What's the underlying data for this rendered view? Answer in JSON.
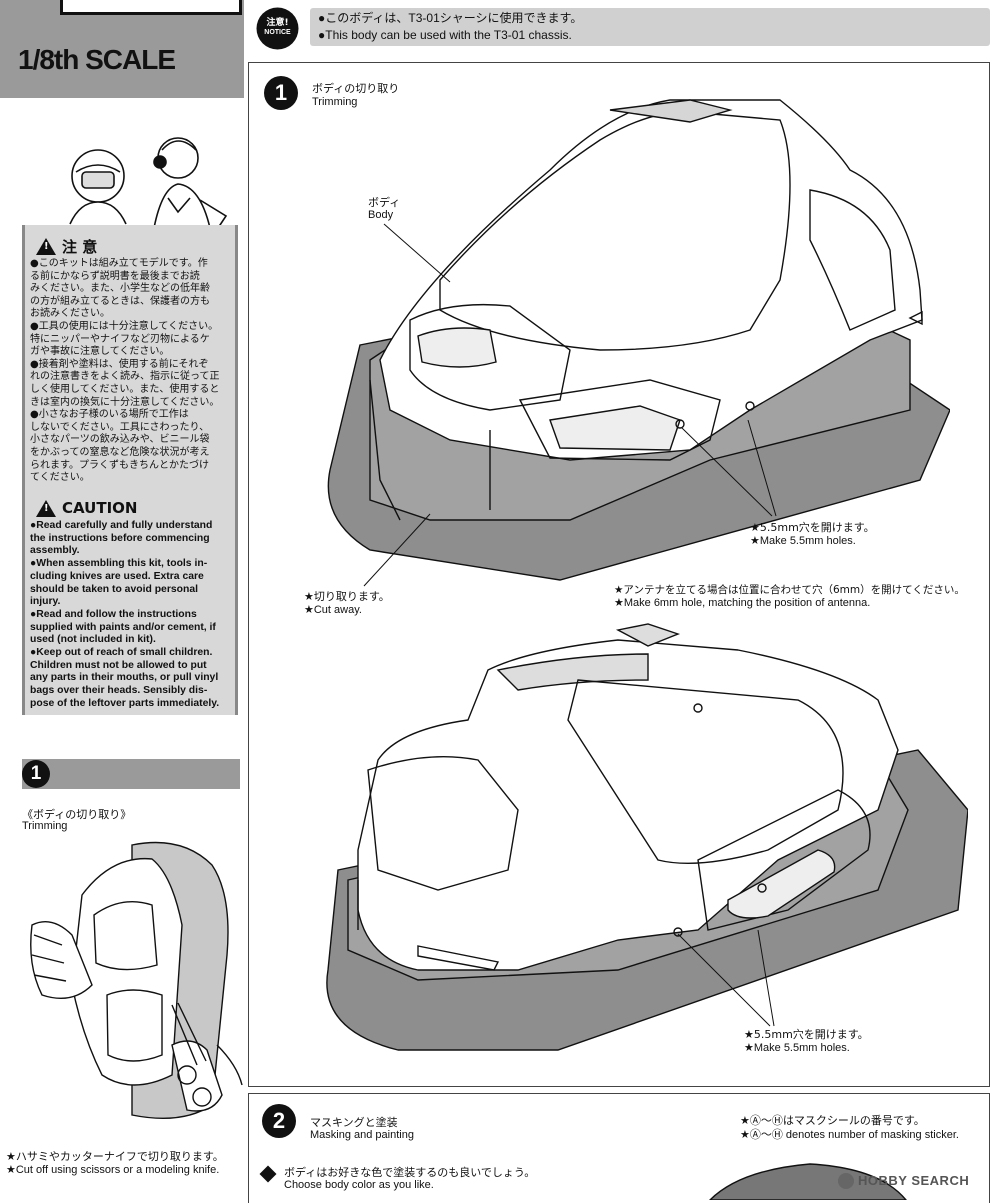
{
  "header": {
    "scale_label": "1/8th SCALE"
  },
  "notice": {
    "badge_jp": "注意!",
    "badge_en": "NOTICE",
    "line_jp": "●このボディは、T3-01シャーシに使用できます。",
    "line_en": "●This body can be used with the T3-01 chassis."
  },
  "caution_box": {
    "jp_title": "注 意",
    "jp_lines": [
      "●このキットは組み立てモデルです。作",
      "る前にかならず説明書を最後までお読",
      "みください。また、小学生などの低年齢",
      "の方が組み立てるときは、保護者の方も",
      "お読みください。",
      "●工具の使用には十分注意してください。",
      "特にニッパーやナイフなど刃物によるケ",
      "ガや事故に注意してください。",
      "●接着剤や塗料は、使用する前にそれぞ",
      "れの注意書きをよく読み、指示に従って正",
      "しく使用してください。また、使用すると",
      "きは室内の換気に十分注意してください。",
      "●小さなお子様のいる場所で工作は",
      "しないでください。工具にさわったり、",
      "小さなパーツの飲み込みや、ビニール袋",
      "をかぶっての窒息など危険な状況が考え",
      "られます。プラくずもきちんとかたづけ",
      "てください。"
    ],
    "en_title": "CAUTION",
    "en_lines": [
      "●Read carefully and fully understand",
      "the instructions before commencing",
      "assembly.",
      "●When assembling this kit, tools in-",
      "cluding knives are used. Extra care",
      "should be taken to avoid personal",
      "injury.",
      "●Read and follow the instructions",
      "supplied with paints and/or cement, if",
      "used (not included in kit).",
      "●Keep out of reach of small children.",
      "Children must not be allowed to put",
      "any parts in their mouths, or pull vinyl",
      "bags over their heads. Sensibly dis-",
      "pose of the leftover parts immediately."
    ]
  },
  "left_step": {
    "number": "1",
    "title_jp": "《ボディの切り取り》",
    "title_en": "Trimming",
    "caption_jp": "★ハサミやカッターナイフで切り取ります。",
    "caption_en": "★Cut off using scissors or a modeling knife."
  },
  "step1": {
    "number": "1",
    "title_jp": "ボディの切り取り",
    "title_en": "Trimming",
    "body_jp": "ボディ",
    "body_en": "Body",
    "holes1_jp": "★5.5mm穴を開けます。",
    "holes1_en": "★Make 5.5mm holes.",
    "cut_jp": "★切り取ります。",
    "cut_en": "★Cut away.",
    "antenna_jp": "★アンテナを立てる場合は位置に合わせて穴（6mm）を開けてください。",
    "antenna_en": "★Make 6mm hole, matching the position of antenna.",
    "holes2_jp": "★5.5mm穴を開けます。",
    "holes2_en": "★Make 5.5mm holes."
  },
  "step2": {
    "number": "2",
    "title_jp": "マスキングと塗装",
    "title_en": "Masking and painting",
    "sticker_jp": "★Ⓐ〜Ⓗはマスクシールの番号です。",
    "sticker_en": "★Ⓐ〜Ⓗ denotes number of masking sticker.",
    "color_jp": "ボディはお好きな色で塗装するのも良いでしょう。",
    "color_en": "Choose body color as you like."
  },
  "watermark": "HOBBY SEARCH"
}
